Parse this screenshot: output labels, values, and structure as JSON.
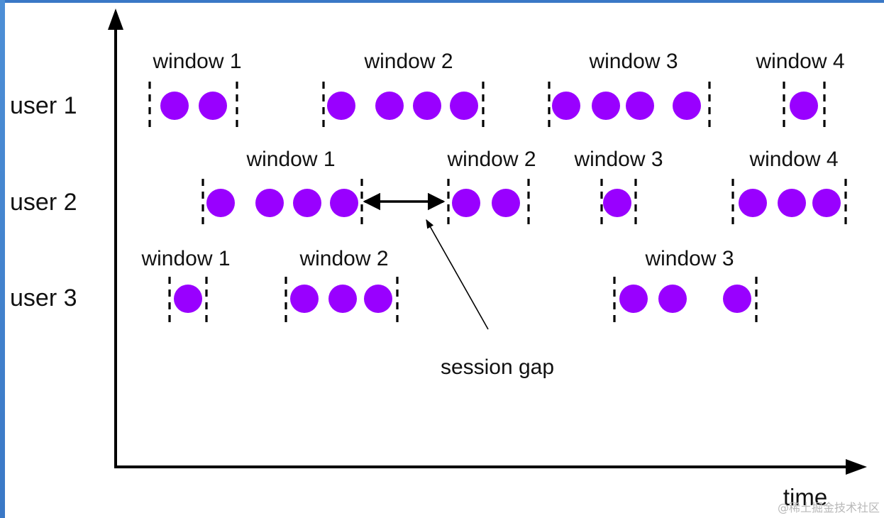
{
  "users": [
    {
      "label": "user 1",
      "windows": [
        {
          "label": "window 1",
          "events": 2
        },
        {
          "label": "window 2",
          "events": 4
        },
        {
          "label": "window 3",
          "events": 4
        },
        {
          "label": "window 4",
          "events": 1
        }
      ]
    },
    {
      "label": "user 2",
      "windows": [
        {
          "label": "window 1",
          "events": 4
        },
        {
          "label": "window 2",
          "events": 2
        },
        {
          "label": "window 3",
          "events": 1
        },
        {
          "label": "window 4",
          "events": 3
        }
      ]
    },
    {
      "label": "user 3",
      "windows": [
        {
          "label": "window 1",
          "events": 1
        },
        {
          "label": "window 2",
          "events": 3
        },
        {
          "label": "window 3",
          "events": 3
        }
      ]
    }
  ],
  "axis": {
    "x_label": "time"
  },
  "annotation": {
    "label": "session gap"
  },
  "watermark": "@稀土掘金技术社区",
  "colors": {
    "event": "#9900ff",
    "line": "#000000"
  }
}
